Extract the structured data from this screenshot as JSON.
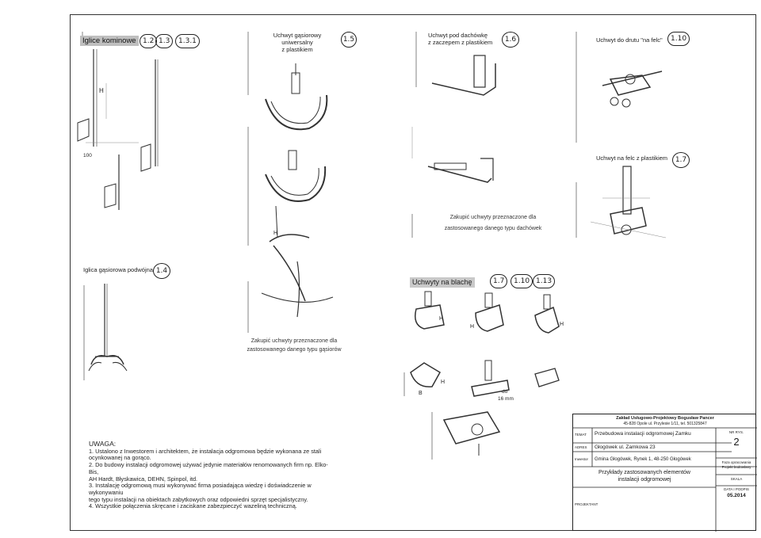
{
  "labels": {
    "iglice_kominowe": "Iglice kominowe",
    "uchwyt_gasiorowy": "Uchwyt gąsiorowy uniwersalny\nz plastikiem",
    "uchwyt_pod_dachowke": "Uchwyt pod dachówkę\nz zaczepem z plastikiem",
    "uchwyt_do_drutu": "Uchwyt do drutu \"na felc\"",
    "uchwyt_na_felc": "Uchwyt na felc z plastikiem",
    "iglica_gasiorowa": "Iglica gąsiorowa podwójna",
    "uchwyty_na_blache": "Uchwyty na blachę"
  },
  "refs": {
    "r12": "1.2",
    "r13": "1.3",
    "r131": "1.3.1",
    "r15": "1.5",
    "r16": "1.6",
    "r110": "1.10",
    "r17": "1.7",
    "r14": "1.4",
    "b17": "1.7",
    "b110": "1.10",
    "b113": "1.13"
  },
  "dims": {
    "h1": "H",
    "d100": "100",
    "h2": "H",
    "h3": "H",
    "h4": "H",
    "h5": "H",
    "h6": "H",
    "b": "B",
    "do": "do",
    "mm": "16 mm"
  },
  "notes": {
    "dachowki": "Zakupić uchwyty przeznaczone dla\nzastosowanego danego typu dachówek",
    "gasiory": "Zakupić uchwyty przeznaczone dla\nzastosowanego danego typu gąsiorów"
  },
  "uwaga": {
    "title": "UWAGA:",
    "items": [
      "1. Ustalono z Inwestorem i architektem, że instalacja odgromowa będzie wykonana ze stali\n    ocynkowanej na gorąco.",
      "2. Do budowy instalacji odgromowej używać jedynie materiałów renomowanych firm np. Elko-Bis,\n    AH Hardt, Błyskawica, DEHN, Spinpol, itd.",
      "3. Instalację odgromową musi wykonywać firma posiadająca wiedzę i doświadczenie w wykonywaniu\n    tego typu instalacji na obiektach zabytkowych oraz odpowiedni sprzęt specjalistyczny.",
      "4. Wszystkie połączenia skręcane i zaciskane zabezpieczyć wazeliną techniczną."
    ]
  },
  "title_block": {
    "company": "Zakład Usługowo-Projektowy Bogusław Pancer",
    "address_line": "45-828 Opole ul. Przylesie 1/11, tel. 501325847",
    "temat_label": "TEMAT",
    "temat_value": "Przebudowa instalacji odgromowej Zamku",
    "nr_rys_label": "NR RYS.",
    "nr_rys_value": "2",
    "adres_label": "ADRES",
    "adres_value": "Głogówek ul. Zamkowa 23",
    "inwestor_label": "Inwestor",
    "inwestor_value": "Gmina Głogówek, Rynek 1, 48-250 Głogówek",
    "faza_label": "Faza opracowania\nProjekt budowlany",
    "skala_label": "SKALA",
    "description": "Przykłady zastosowanych elementów\ninstalacji odgromowej",
    "data_label": "DATA I PODPIS",
    "data_value": "05.2014",
    "projektant_label": "PROJEKTANT"
  }
}
